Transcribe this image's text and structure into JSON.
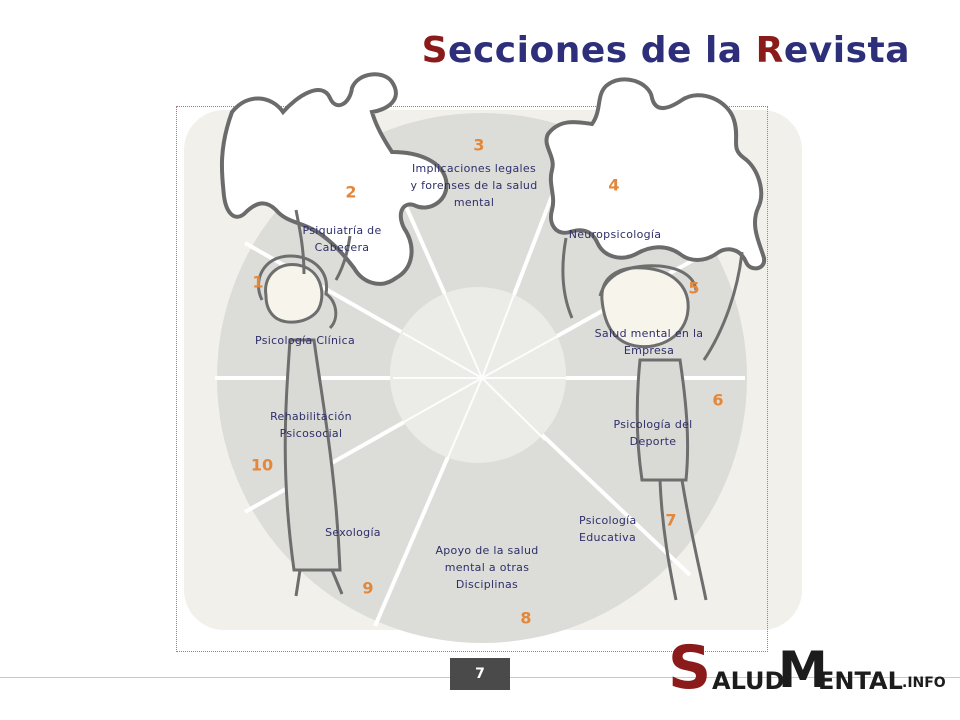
{
  "title": {
    "first_letter": "S",
    "part1": "ecciones de la ",
    "second_letter": "R",
    "part2": "evista"
  },
  "sections": [
    {
      "number": "1",
      "label": "Psicología Clínica"
    },
    {
      "number": "2",
      "label": "Psiquiatría de Cabecera"
    },
    {
      "number": "3",
      "label": "Implicaciones legales y forenses de la salud mental"
    },
    {
      "number": "4",
      "label": "Neuropsicología"
    },
    {
      "number": "5",
      "label": "Salud mental en la Empresa"
    },
    {
      "number": "6",
      "label": "Psicología del Deporte"
    },
    {
      "number": "7",
      "label": "Psicología Educativa"
    },
    {
      "number": "8",
      "label": "Apoyo de la salud mental a otras Disciplinas"
    },
    {
      "number": "9",
      "label": "Sexología"
    },
    {
      "number": "10",
      "label": "Rehabilitación Psicosocial"
    }
  ],
  "footer": {
    "page_number": "7",
    "logo": {
      "s": "S",
      "part1": "ALUD",
      "m": "M",
      "part2": "ENTAL",
      "suffix": ".INFO"
    }
  },
  "colors": {
    "title": "#2e2f7a",
    "title_accent": "#8b1a1a",
    "numbers": "#e3873a",
    "labels": "#2e2f6a",
    "logo_accent": "#8b1a1a"
  }
}
